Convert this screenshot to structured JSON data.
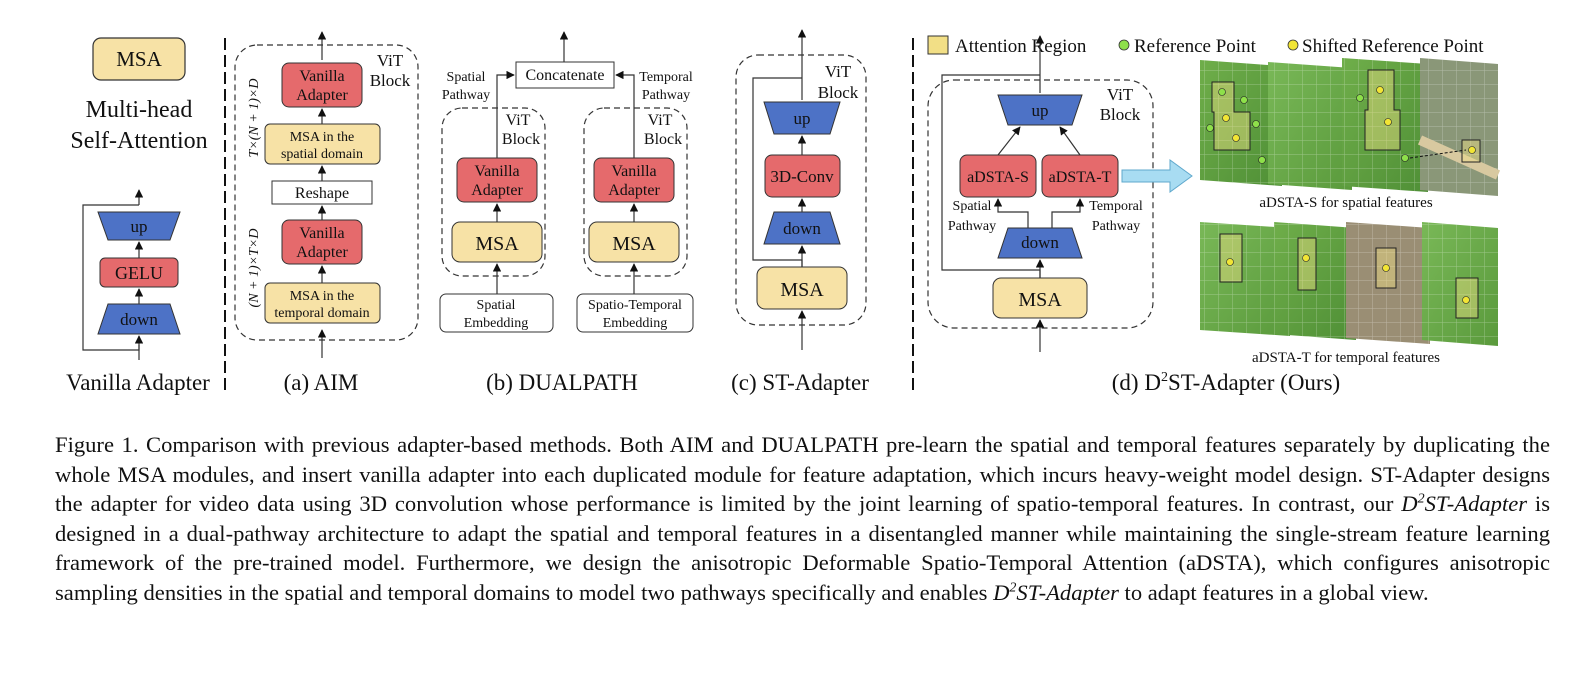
{
  "legend": {
    "attention_region": "Attention Region",
    "reference_point": "Reference Point",
    "shifted_reference_point": "Shifted Reference Point"
  },
  "colors": {
    "msa_fill": "#f7e2a6",
    "adapter_fill": "#e56a6c",
    "updown_fill": "#4d72c6",
    "legend_box": "#f2df86",
    "reference_point": "#8ee04a",
    "shifted_point": "#f2e535",
    "arrow_fill": "#a8dcf2"
  },
  "vanilla": {
    "msa_box": "MSA",
    "msa_caption_line1": "Multi-head",
    "msa_caption_line2": "Self-Attention",
    "up": "up",
    "gelu": "GELU",
    "down": "down",
    "label": "Vanilla Adapter"
  },
  "aim": {
    "vit_block_line1": "ViT",
    "vit_block_line2": "Block",
    "adapter_top_line1": "Vanilla",
    "adapter_top_line2": "Adapter",
    "msa_spatial_line1": "MSA in the",
    "msa_spatial_line2": "spatial domain",
    "reshape": "Reshape",
    "adapter_bottom_line1": "Vanilla",
    "adapter_bottom_line2": "Adapter",
    "msa_temporal_line1": "MSA in the",
    "msa_temporal_line2": "temporal domain",
    "dim_top": "T×(N + 1)×D",
    "dim_bottom": "(N + 1)×T×D",
    "label": "(a) AIM"
  },
  "dualpath": {
    "concatenate": "Concatenate",
    "spatial_pathway_line1": "Spatial",
    "spatial_pathway_line2": "Pathway",
    "temporal_pathway_line1": "Temporal",
    "temporal_pathway_line2": "Pathway",
    "vit_left_line1": "ViT",
    "vit_left_line2": "Block",
    "vit_right_line1": "ViT",
    "vit_right_line2": "Block",
    "adapter_left_line1": "Vanilla",
    "adapter_left_line2": "Adapter",
    "adapter_right_line1": "Vanilla",
    "adapter_right_line2": "Adapter",
    "msa_left": "MSA",
    "msa_right": "MSA",
    "emb_left_line1": "Spatial",
    "emb_left_line2": "Embedding",
    "emb_right_line1": "Spatio-Temporal",
    "emb_right_line2": "Embedding",
    "label": "(b) DUALPATH"
  },
  "st_adapter": {
    "vit_line1": "ViT",
    "vit_line2": "Block",
    "up": "up",
    "conv": "3D-Conv",
    "down": "down",
    "msa": "MSA",
    "label": "(c) ST-Adapter"
  },
  "d2st": {
    "vit_line1": "ViT",
    "vit_line2": "Block",
    "up": "up",
    "adsta_s": "aDSTA-S",
    "adsta_t": "aDSTA-T",
    "spatial_line1": "Spatial",
    "spatial_line2": "Pathway",
    "temporal_line1": "Temporal",
    "temporal_line2": "Pathway",
    "down": "down",
    "msa": "MSA",
    "label_prefix": "(d) D",
    "label_sup": "2",
    "label_suffix": "ST-Adapter (Ours)",
    "caption_spatial": "aDSTA-S for spatial features",
    "caption_temporal": "aDSTA-T for temporal features"
  },
  "caption": {
    "part1": "Figure 1.  Comparison with previous adapter-based methods.  Both AIM and DUALPATH pre-learn the spatial and temporal features separately by duplicating the whole MSA modules, and insert vanilla adapter into each duplicated module for feature adaptation, which incurs heavy-weight model design. ST-Adapter designs the adapter for video data using 3D convolution whose performance is limited by the joint learning of spatio-temporal features. In contrast, our ",
    "name1_d": "D",
    "name1_sup": "2",
    "name1_rest": "ST-Adapter",
    "part2": " is designed in a dual-pathway architecture to adapt the spatial and temporal features in a disentangled manner while maintaining the single-stream feature learning framework of the pre-trained model. Furthermore, we design the anisotropic Deformable Spatio-Temporal Attention (aDSTA), which configures anisotropic sampling densities in the spatial and temporal domains to model two pathways specifically and enables ",
    "name2_d": "D",
    "name2_sup": "2",
    "name2_rest": "ST-Adapter",
    "part3": " to adapt features in a global view."
  }
}
